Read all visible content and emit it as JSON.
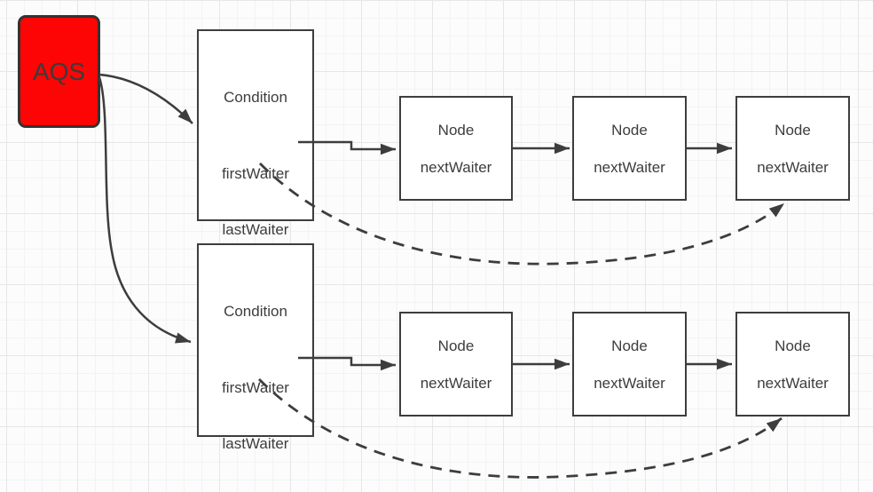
{
  "diagram": {
    "title_hint": "AQS condition queues diagram",
    "colors": {
      "aqs_fill": "#fe0505",
      "line": "#3d3d3d",
      "box_border": "#3d3d3d",
      "box_fill": "#ffffff",
      "grid_minor": "#f3f3f5",
      "grid_major": "#e7e7ea"
    },
    "aqs": {
      "label": "AQS"
    },
    "rows": [
      {
        "condition": {
          "title": "Condition",
          "fields": [
            "firstWaiter",
            "lastWaiter"
          ]
        },
        "nodes": [
          {
            "title": "Node",
            "field": "nextWaiter"
          },
          {
            "title": "Node",
            "field": "nextWaiter"
          },
          {
            "title": "Node",
            "field": "nextWaiter"
          }
        ]
      },
      {
        "condition": {
          "title": "Condition",
          "fields": [
            "firstWaiter",
            "lastWaiter"
          ]
        },
        "nodes": [
          {
            "title": "Node",
            "field": "nextWaiter"
          },
          {
            "title": "Node",
            "field": "nextWaiter"
          },
          {
            "title": "Node",
            "field": "nextWaiter"
          }
        ]
      }
    ]
  }
}
